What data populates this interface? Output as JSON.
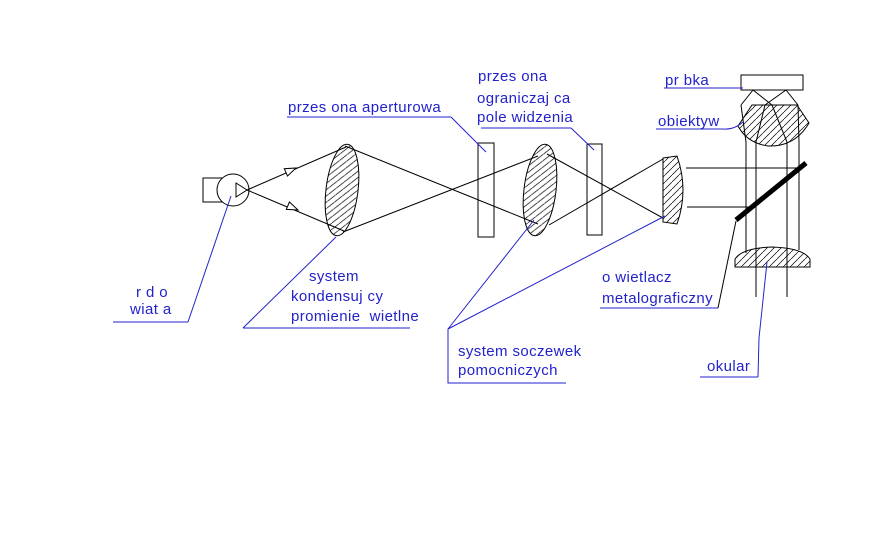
{
  "title": "optical path diagram of a metallographic microscope",
  "colors": {
    "label_blue": "#2222cc",
    "line_black": "#000000",
    "background": "#ffffff"
  },
  "labels": {
    "aperture_stop": {
      "text": "przes ona aperturowa"
    },
    "field_stop": {
      "line1": "przes ona",
      "line2": "ograniczaj ca",
      "line3": "pole widzenia"
    },
    "sample": {
      "text": "pr bka"
    },
    "objective": {
      "text": "obiektyw"
    },
    "light_source": {
      "line1": "r d o",
      "line2": "wiat a"
    },
    "condenser": {
      "line1": "system",
      "line2": "kondensuj cy",
      "line3": "promienie  wietlne"
    },
    "auxiliary_lenses": {
      "line1": "system soczewek",
      "line2": "pomocniczych"
    },
    "illuminator": {
      "line1": "o wietlacz",
      "line2": "metalograficzny"
    },
    "eyepiece": {
      "text": "okular"
    }
  }
}
